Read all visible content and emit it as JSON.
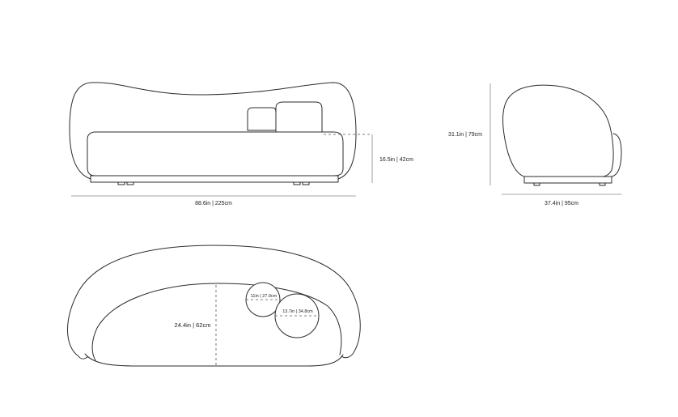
{
  "dimensions": {
    "front_width": "88.6in  |  225cm",
    "seat_height": "16.5in  |  42cm",
    "overall_height": "31.1in  |  79cm",
    "depth": "37.4in  |  95cm",
    "seat_depth": "24.4in  |  62cm",
    "small_pillow": "11in  |  27.9cm",
    "large_pillow": "13.7in  |  34.8cm"
  },
  "colors": {
    "line": "#2b2b2b",
    "dimension_line": "#8a8a8a"
  }
}
